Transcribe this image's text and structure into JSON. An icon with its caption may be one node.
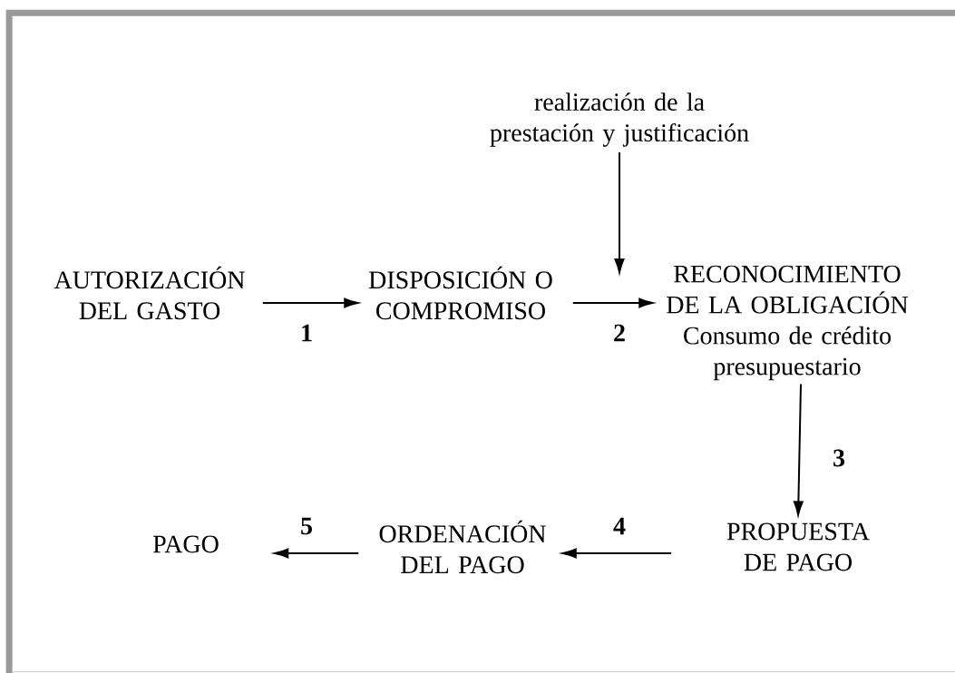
{
  "diagram": {
    "nodes": [
      {
        "text": [
          "AUTORIZACIÓN DEL GASTO"
        ]
      },
      {
        "text": [
          "DISPOSICIÓN O COMPROMISO"
        ]
      },
      {
        "text": [
          "RECONOCIMIENTO DE LA OBLIGACIÓN",
          "Consumo de crédito presupuestario"
        ]
      },
      {
        "text": [
          "PROPUESTA DE PAGO"
        ]
      },
      {
        "text": [
          "ORDENACIÓN DEL PAGO"
        ]
      },
      {
        "text": [
          "PAGO"
        ]
      },
      {
        "text": [
          "realización de la prestación y justificación"
        ]
      }
    ],
    "edges": [
      {
        "from": 0,
        "to": 1,
        "arrow": "to",
        "label": "1"
      },
      {
        "from": 1,
        "to": 2,
        "arrow": "to",
        "label": "2"
      },
      {
        "from": 2,
        "to": 3,
        "arrow": "to",
        "label": "3"
      },
      {
        "from": 3,
        "to": 4,
        "arrow": "to",
        "label": "4"
      },
      {
        "from": 4,
        "to": 5,
        "arrow": "to",
        "label": "5"
      },
      {
        "from": 6,
        "to": null,
        "arrow": "to"
      }
    ]
  }
}
